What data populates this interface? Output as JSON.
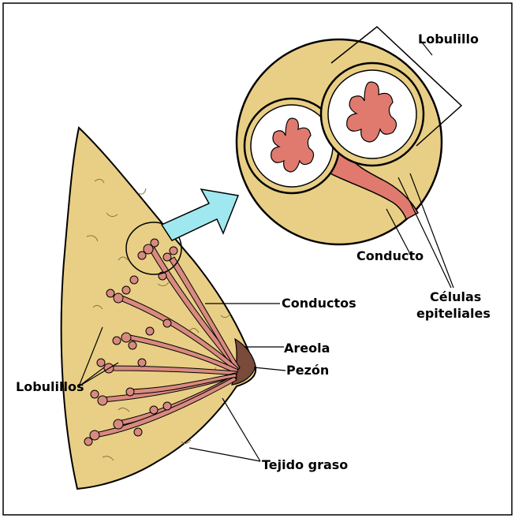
{
  "labels": {
    "lobulillo": "Lobulillo",
    "conducto": "Conducto",
    "celulas_line1": "Células",
    "celulas_line2": "epiteliales",
    "conductos": "Conductos",
    "areola": "Areola",
    "pezon": "Pezón",
    "lobulillos": "Lobulillos",
    "tejido_graso": "Tejido graso"
  },
  "colors": {
    "tissue": "#e8cf85",
    "lobule": "#e07a6e",
    "duct": "#d98a80",
    "areola": "#7a4a3a",
    "arrow": "#9fe8ef",
    "outline": "#000000"
  }
}
